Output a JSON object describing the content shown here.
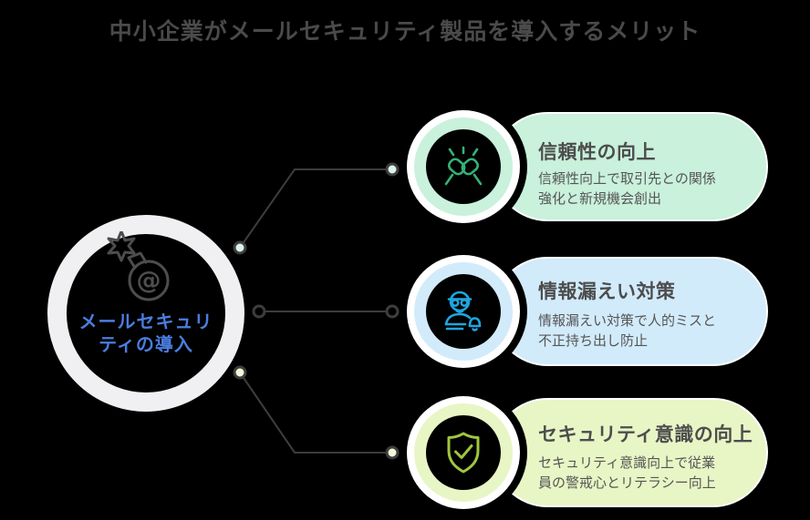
{
  "title": "中小企業がメールセキュリティ製品を導入するメリット",
  "center": {
    "icon": "email-bomb-icon",
    "icon_glyph": "@",
    "label_line1": "メールセキュリ",
    "label_line2": "ティの導入"
  },
  "cards": [
    {
      "id": "reliability",
      "icon": "fist-bump-icon",
      "theme": "mint",
      "title": "信頼性の向上",
      "desc_line1": "信頼性向上で取引先との関係",
      "desc_line2": "強化と新規機会創出"
    },
    {
      "id": "leak-prevention",
      "icon": "spy-person-bell-icon",
      "theme": "blue",
      "title": "情報漏えい対策",
      "desc_line1": "情報漏えい対策で人的ミスと",
      "desc_line2": "不正持ち出し防止"
    },
    {
      "id": "security-awareness",
      "icon": "shield-check-icon",
      "theme": "lime",
      "title": "セキュリティ意識の向上",
      "desc_line1": "セキュリティ意識向上で従業",
      "desc_line2": "員の警戒心とリテラシー向上"
    }
  ],
  "colors": {
    "bg": "#000000",
    "title-text": "#4a4a4a",
    "ring": "#f0f0f3",
    "center-text": "#4a7de0",
    "bomb": "#4d4d4d",
    "line": "#3d3d3d",
    "mint-fill": "#c9f1dc",
    "mint-icon": "#35b176",
    "blue-fill": "#d2ebfa",
    "blue-icon": "#1ea6e0",
    "lime-fill": "#e8f5c5",
    "lime-icon": "#9fc63e",
    "card-title": "#4d4d4d",
    "card-desc": "#555555",
    "dot-mint": "#dcf3e7",
    "dot-lime": "#f0f8d8",
    "white": "#ffffff"
  }
}
